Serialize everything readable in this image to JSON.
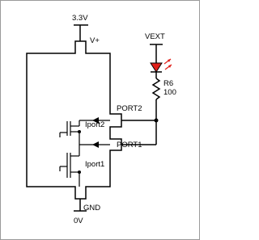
{
  "labels": {
    "supply": "3.3V",
    "vplus": "V+",
    "vext": "VEXT",
    "resistor_ref": "R6",
    "resistor_value": "100",
    "port2": "PORT2",
    "port1": "PORT1",
    "iport2": "Iport2",
    "iport1": "Iport1",
    "gnd_pin": "GND",
    "ground": "0V"
  },
  "colors": {
    "line": "#000000",
    "led_fill": "#e0201a",
    "frame": "#9a9a9a"
  }
}
